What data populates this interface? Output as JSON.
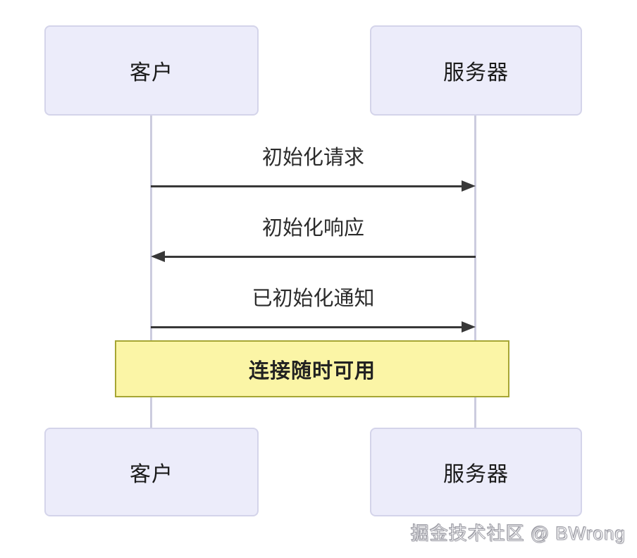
{
  "diagram": {
    "actors": {
      "client": "客户",
      "server": "服务器"
    },
    "messages": [
      {
        "label": "初始化请求",
        "direction": "right",
        "from": "client",
        "to": "server"
      },
      {
        "label": "初始化响应",
        "direction": "left",
        "from": "server",
        "to": "client"
      },
      {
        "label": "已初始化通知",
        "direction": "right",
        "from": "client",
        "to": "server"
      }
    ],
    "note": {
      "label": "连接随时可用",
      "over": [
        "client",
        "server"
      ]
    },
    "colors": {
      "actor_fill": "#ECECFA",
      "actor_border": "#D4D4EA",
      "lifeline": "#CCCCDF",
      "arrow": "#383838",
      "note_fill": "#FBF5A6",
      "note_border": "#A6A634",
      "text": "#1A1A1A"
    }
  },
  "watermark": {
    "text": "掘金技术社区 @ BWrong"
  }
}
